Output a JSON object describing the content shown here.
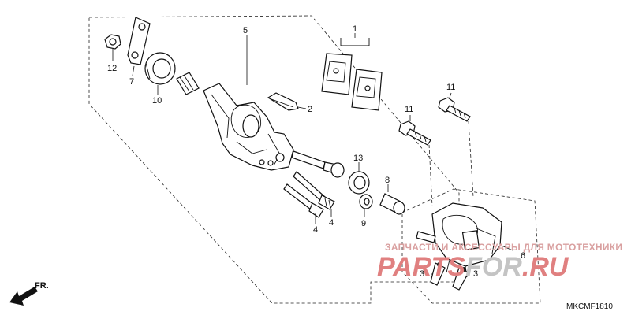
{
  "diagram": {
    "code": "MKCMF1810",
    "direction": "FR.",
    "watermark": {
      "line1": "ЗАПЧАСТИ И АКСЕССУАРЫ ДЛЯ МОТОТЕХНИКИ",
      "line2_red": "PARTS",
      "line2_gray": "FOR",
      "line2_red2": ".RU",
      "color_red": "#d32f2f",
      "color_gray": "#b0b0b0"
    },
    "callouts": [
      "1",
      "2",
      "3",
      "3",
      "4",
      "4",
      "5",
      "6",
      "7",
      "8",
      "9",
      "10",
      "11",
      "11",
      "12",
      "13"
    ]
  }
}
